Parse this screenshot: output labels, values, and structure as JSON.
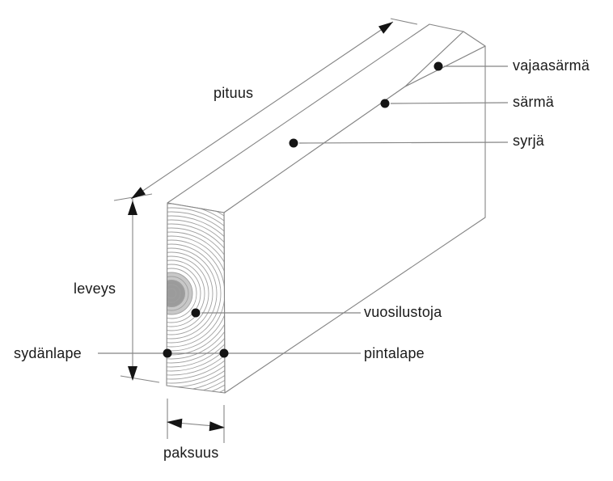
{
  "labels": {
    "pituus": "pituus",
    "leveys": "leveys",
    "paksuus": "paksuus",
    "sydanlape": "sydänlape",
    "vuosilustoja": "vuosilustoja",
    "pintalape": "pintalape",
    "vajaasarma": "vajaasärmä",
    "sarma": "särmä",
    "syrja": "syrjä"
  },
  "colors": {
    "background": "#ffffff",
    "line": "#858585",
    "ring": "#a0a0a0",
    "ink": "#1a1a1a"
  }
}
